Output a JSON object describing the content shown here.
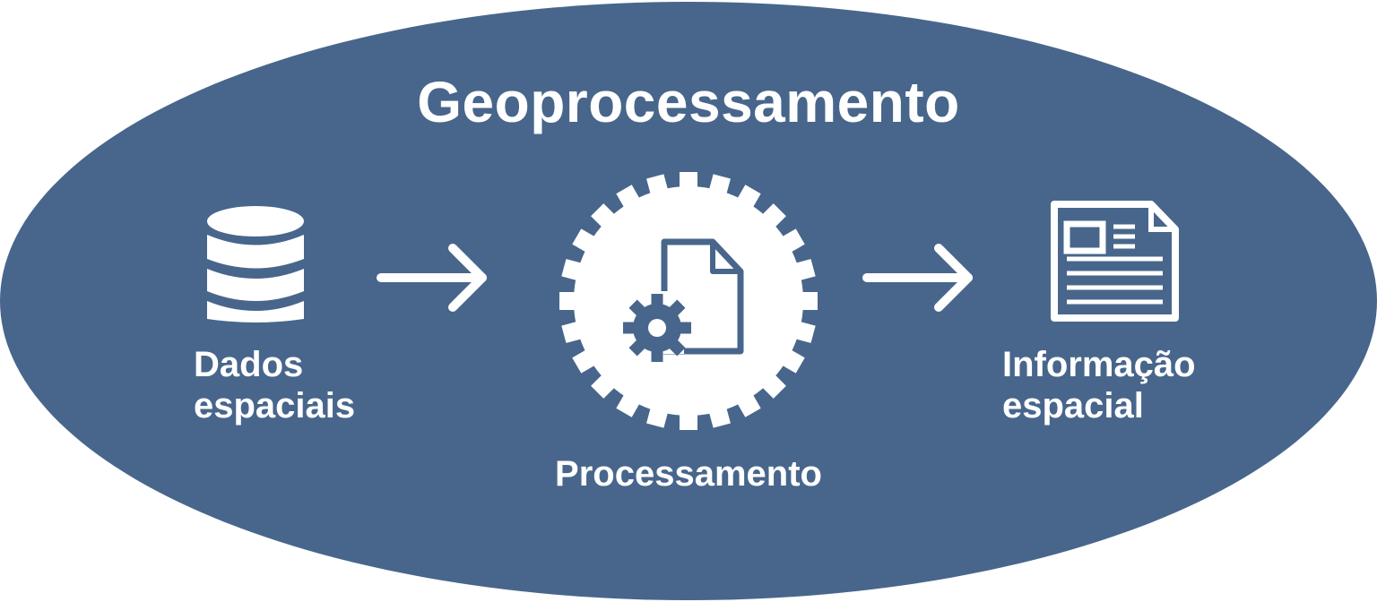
{
  "title": "Geoprocessamento",
  "nodes": {
    "input": {
      "line1": "Dados",
      "line2": "espaciais",
      "icon": "database-icon"
    },
    "process": {
      "label": "Processamento",
      "icon": "gear-document-icon"
    },
    "output": {
      "line1": "Informação",
      "line2": "espacial",
      "icon": "document-report-icon"
    }
  },
  "colors": {
    "ellipse": "#48668C",
    "foreground": "#FFFFFF"
  }
}
